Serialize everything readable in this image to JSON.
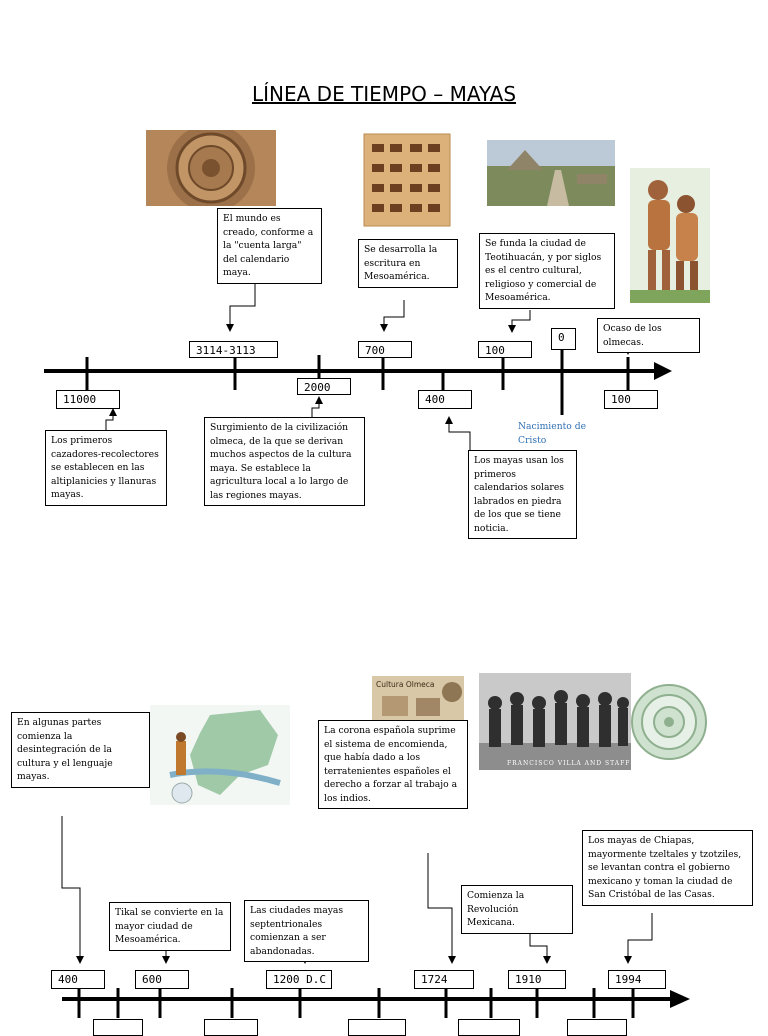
{
  "title": "LÍNEA DE TIEMPO – MAYAS",
  "timeline1": {
    "labels": [
      "3114-3113",
      "700",
      "100",
      "0",
      "11000",
      "2000",
      "400",
      "100"
    ],
    "events": {
      "mundo": "El mundo es creado, conforme a la \"cuenta larga\" del calendario maya.",
      "escritura": "Se desarrolla la escritura en Mesoamérica.",
      "teotihuacan": "Se funda la ciudad de Teotihuacán, y por siglos es el centro cultural, religioso y comercial de Mesoamérica.",
      "olmecas": "Ocaso de los olmecas.",
      "cazadores": "Los primeros cazadores-recolectores se establecen en las altiplanicies y llanuras mayas.",
      "olmeca": "Surgimiento de la civilización olmeca, de la que se derivan muchos aspectos de la cultura maya. Se establece la agricultura local a lo largo de las regiones mayas.",
      "calendarios": "Los mayas usan los primeros calendarios solares labrados en piedra de los que se tiene noticia.",
      "cristo": "Nacimiento de Cristo"
    }
  },
  "timeline2": {
    "labels": [
      "400",
      "600",
      "1200 D.C",
      "1724",
      "1910",
      "1994"
    ],
    "events": {
      "desintegracion": "En algunas partes comienza la desintegración de la cultura y el lenguaje mayas.",
      "corona": "La corona española suprime el sistema de encomienda, que había dado a los terratenientes españoles el derecho a forzar al trabajo a los indios.",
      "tikal": "Tikal se convierte en la mayor ciudad de Mesoamérica.",
      "ciudades": "Las ciudades mayas septentrionales comienzan a ser abandonadas.",
      "revolucion": "Comienza la Revolución Mexicana.",
      "chiapas": "Los mayas de Chiapas, mayormente tzeltales y tzotziles, se levantan contra el gobierno mexicano y toman la ciudad de San Cristóbal de las Casas."
    }
  },
  "images": {
    "olmeca_caption": "Cultura Olmeca",
    "villa_caption": "FRANCISCO VILLA AND STAFF"
  }
}
